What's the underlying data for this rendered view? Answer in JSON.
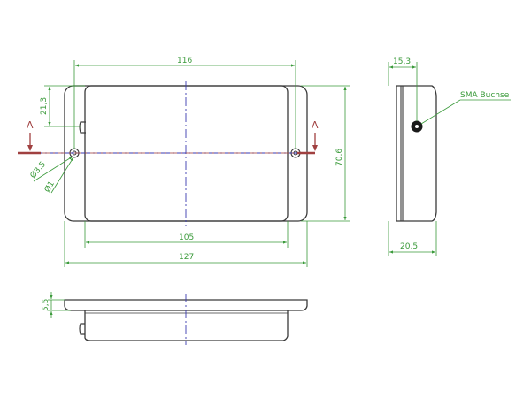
{
  "colors": {
    "outline": "#3a3a3a",
    "dimension": "#3a9a3a",
    "centerline": "#3a3ab0",
    "section": "#a04040",
    "background": "#ffffff"
  },
  "top_view": {
    "dimensions": {
      "overall_width": "127",
      "hole_spacing": "116",
      "inner_width": "105",
      "height": "70,6",
      "connector_offset": "21,3",
      "outer_hole_diameter": "Ø3,5",
      "inner_hole_diameter": "Ø1"
    },
    "section_marker_left": "A",
    "section_marker_right": "A"
  },
  "side_view": {
    "dimensions": {
      "connector_depth": "15,3",
      "total_depth": "20,5"
    },
    "connector_label": "SMA Buchse"
  },
  "bottom_view": {
    "dimensions": {
      "flange_thickness": "5,5"
    }
  }
}
